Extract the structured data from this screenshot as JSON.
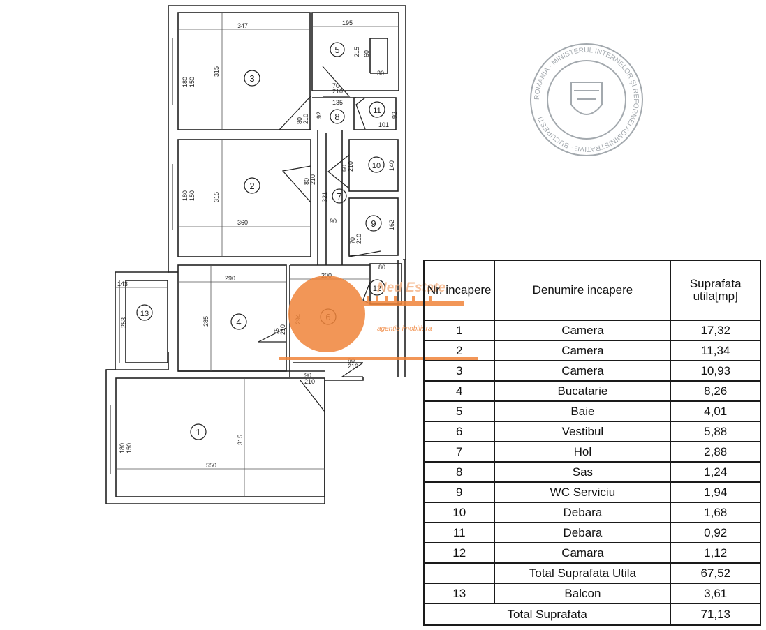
{
  "plan": {
    "rooms": [
      {
        "no": "1",
        "dims": [
          "550",
          "315",
          "180",
          "150"
        ]
      },
      {
        "no": "2",
        "dims": [
          "360",
          "315",
          "180",
          "150",
          "80",
          "210"
        ]
      },
      {
        "no": "3",
        "dims": [
          "347",
          "315",
          "180",
          "150",
          "80",
          "210"
        ]
      },
      {
        "no": "4",
        "dims": [
          "290",
          "285",
          "75",
          "210"
        ]
      },
      {
        "no": "5",
        "dims": [
          "195",
          "215",
          "60",
          "30"
        ]
      },
      {
        "no": "6",
        "dims": [
          "200",
          "294",
          "90",
          "210"
        ]
      },
      {
        "no": "7",
        "dims": [
          "321",
          "90",
          "70",
          "210"
        ]
      },
      {
        "no": "8",
        "dims": [
          "135",
          "92",
          "70",
          "210"
        ]
      },
      {
        "no": "9",
        "dims": [
          "162"
        ]
      },
      {
        "no": "10",
        "dims": [
          "140",
          "60",
          "210"
        ]
      },
      {
        "no": "11",
        "dims": [
          "101",
          "92"
        ]
      },
      {
        "no": "12",
        "dims": [
          "80"
        ]
      },
      {
        "no": "13",
        "dims": [
          "143",
          "253"
        ]
      }
    ],
    "extra_dims": [
      "90",
      "210"
    ]
  },
  "watermark": {
    "brand": "Ned Estate",
    "tagline": "agentie imobiliara",
    "color": "#f0843a"
  },
  "stamp": {
    "text": "ROMANIA · MINISTERUL INTERNELOR ŞI REFORMEI ADMINISTRATIVE · BUCURESTI",
    "color": "#9aa0a6"
  },
  "table": {
    "headers": [
      "Nr. incapere",
      "Denumire incapere",
      "Suprafata utila[mp]"
    ],
    "rows": [
      {
        "nr": "1",
        "name": "Camera",
        "area": "17,32"
      },
      {
        "nr": "2",
        "name": "Camera",
        "area": "11,34"
      },
      {
        "nr": "3",
        "name": "Camera",
        "area": "10,93"
      },
      {
        "nr": "4",
        "name": "Bucatarie",
        "area": "8,26"
      },
      {
        "nr": "5",
        "name": "Baie",
        "area": "4,01"
      },
      {
        "nr": "6",
        "name": "Vestibul",
        "area": "5,88"
      },
      {
        "nr": "7",
        "name": "Hol",
        "area": "2,88"
      },
      {
        "nr": "8",
        "name": "Sas",
        "area": "1,24"
      },
      {
        "nr": "9",
        "name": "WC Serviciu",
        "area": "1,94"
      },
      {
        "nr": "10",
        "name": "Debara",
        "area": "1,68"
      },
      {
        "nr": "11",
        "name": "Debara",
        "area": "0,92"
      },
      {
        "nr": "12",
        "name": "Camara",
        "area": "1,12"
      }
    ],
    "subtotal": {
      "label": "Total Suprafata Utila",
      "area": "67,52"
    },
    "balcony": {
      "nr": "13",
      "name": "Balcon",
      "area": "3,61"
    },
    "total": {
      "label": "Total Suprafata",
      "area": "71,13"
    }
  }
}
